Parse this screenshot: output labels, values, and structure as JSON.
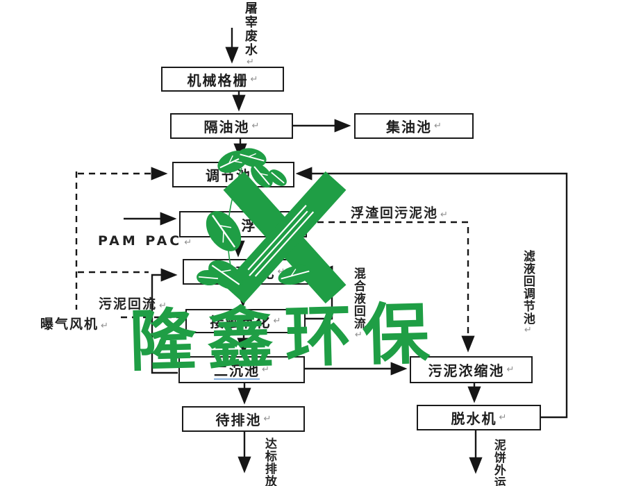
{
  "marks": {
    "return": "↵"
  },
  "nodes": {
    "mechanical_screen": {
      "label": "机械格栅"
    },
    "oil_separation_tank": {
      "label": "隔油池"
    },
    "oil_collection_tank": {
      "label": "集油池"
    },
    "equalization_tank": {
      "label": "调节池"
    },
    "air_flotation": {
      "label": "气 浮"
    },
    "hydrolysis_acidification": {
      "label": "水解酸化"
    },
    "contact_oxidation": {
      "label": "接触氧化"
    },
    "secondary_clarifier": {
      "label": "二沉池"
    },
    "discharge_holding_tank": {
      "label": "待排池"
    },
    "sludge_thickening_tank": {
      "label": "污泥浓缩池"
    },
    "dewatering_machine": {
      "label": "脱水机"
    }
  },
  "labels": {
    "influent": "屠宰废水",
    "pam_pac": "PAM PAC",
    "sludge_return": "污泥回流",
    "aeration_blower": "曝气风机",
    "scum_to_sludge_tank": "浮渣回污泥池",
    "mixed_liquor_return": "混合液回流",
    "filtrate_to_equalization_tank": "滤液回调节池",
    "standard_discharge": "达标排放",
    "sludge_cake_out": "泥饼外运"
  },
  "watermark": {
    "text": "隆鑫环保"
  },
  "colors": {
    "watermark_green": "#1f9e45",
    "line_black": "#161616",
    "link_underline_blue": "#85aede"
  }
}
